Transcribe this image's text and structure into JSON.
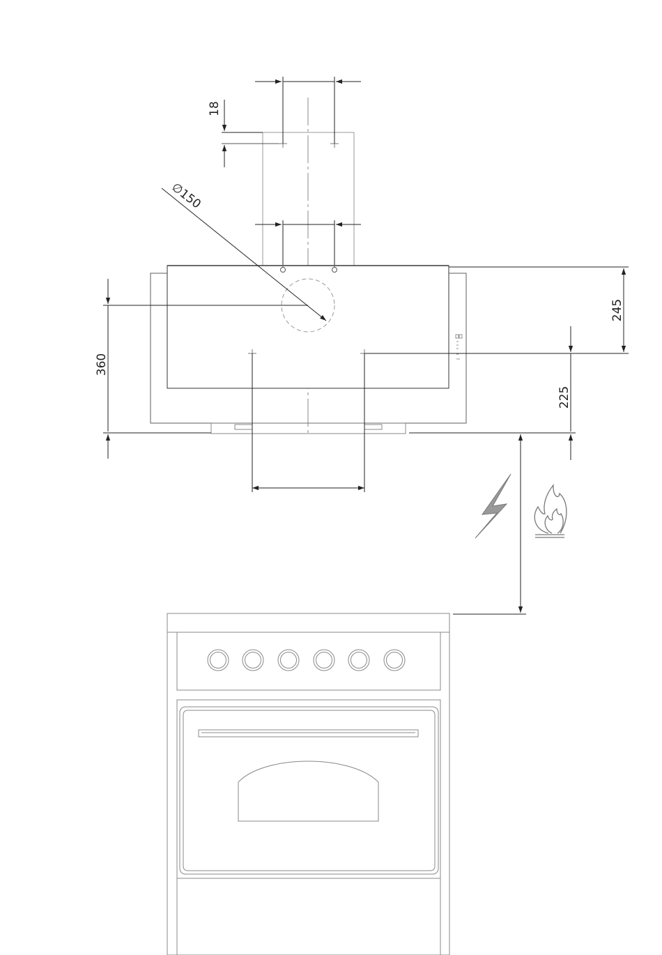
{
  "drawing": {
    "dimensions": {
      "mount_hole_spacing_top": "",
      "duct_offset": "18",
      "duct_diameter": "∅150",
      "mount_hole_spacing_lower": "",
      "hood_height": "360",
      "hanging_hole_depth": "245",
      "lower_hole_height": "225",
      "lower_hole_spacing": "",
      "safety_distance": ""
    },
    "symbols": {
      "electric": "lightning-icon",
      "gas": "flame-icon"
    },
    "colors": {
      "line": "#555555",
      "thin_line": "#999999",
      "dim_line": "#222222"
    }
  }
}
